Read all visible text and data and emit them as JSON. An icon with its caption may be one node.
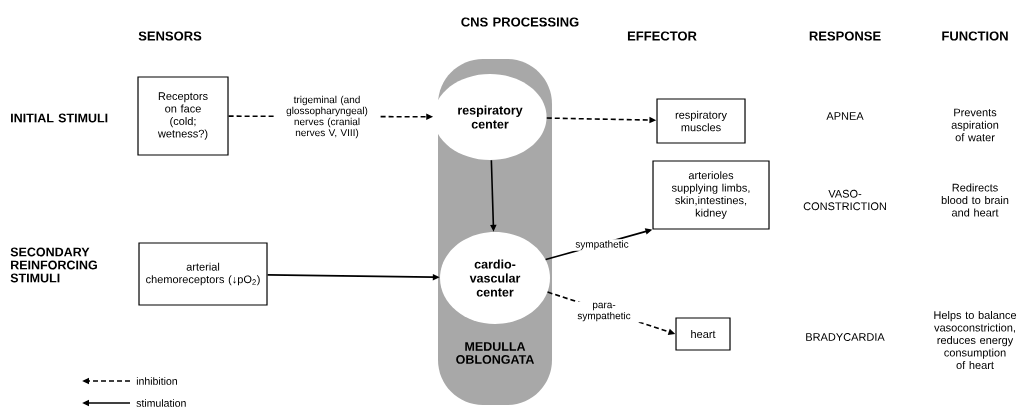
{
  "diagram": {
    "nodes": [
      {
        "text": [
          "MEDULLA OBLONGATA"
        ]
      },
      {
        "text": [
          "Receptors on face (cold; wetness?)"
        ]
      },
      {
        "text": [
          "respiratory center"
        ],
        "in": 0
      },
      {
        "text": [
          "respiratory muscles"
        ]
      },
      {
        "text": [
          "arterial chemoreceptors (↓pO$_{2}$)"
        ]
      },
      {
        "text": [
          "cardio- vascular center"
        ],
        "in": 0
      },
      {
        "text": [
          "arterioles supplying limbs, skin,intestines, kidney"
        ]
      },
      {
        "text": [
          "heart"
        ]
      }
    ],
    "edges": [
      {
        "from": 1,
        "to": 2,
        "arrow": "to",
        "style": "dashed",
        "label": "trigeminal (and glossopharyngeal) nerves (cranial nerves V, VIII)"
      },
      {
        "from": 2,
        "to": 3,
        "arrow": "to",
        "style": "dashed"
      },
      {
        "from": 2,
        "to": 5,
        "arrow": "to"
      },
      {
        "from": 4,
        "to": 5,
        "arrow": "to"
      },
      {
        "from": 5,
        "to": 6,
        "arrow": "to",
        "label": "sympathetic"
      },
      {
        "from": 5,
        "to": 7,
        "arrow": "to",
        "style": "dashed",
        "label": "para- sympathetic"
      }
    ],
    "labels": [
      "SENSORS",
      "CNS PROCESSING",
      "EFFECTOR",
      "RESPONSE",
      "FUNCTION",
      "INITIAL STIMULI",
      "APNEA",
      "Prevents aspiration of water",
      "VASO- CONSTRICTION",
      "Redirects blood to brain and heart",
      "SECONDARY REINFORCING STIMULI",
      "BRADYCARDIA",
      "Helps to balance vasoconstriction, reduces energy consumption of heart"
    ],
    "legend": [
      {
        "text": "inhibition"
      },
      {
        "text": "stimulation"
      }
    ]
  }
}
